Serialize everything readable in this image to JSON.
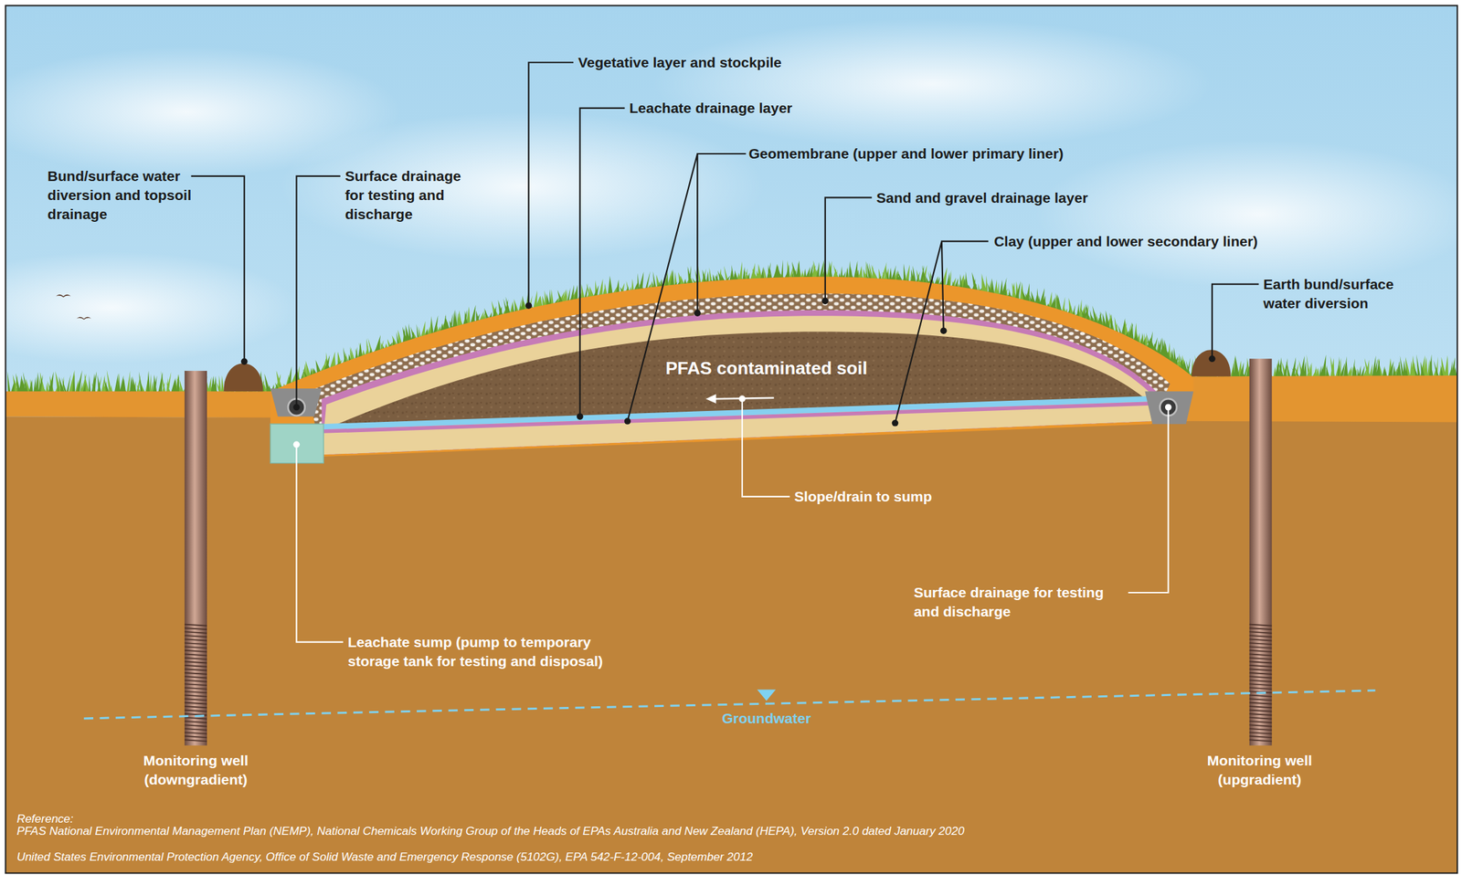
{
  "diagram": {
    "nodes": [
      {
        "text": [
          "PFAS contaminated soil"
        ]
      }
    ],
    "labels": [
      "Vegetative layer and stockpile",
      "Leachate drainage layer",
      "Geomembrane (upper and lower primary liner)",
      "Bund/surface water diversion and topsoil drainage",
      "Surface drainage for testing and discharge",
      "Sand and gravel drainage layer",
      "Clay (upper and lower secondary liner)",
      "Earth bund/surface water diversion",
      "Slope/drain to sump",
      "Surface drainage for testing and discharge",
      "Leachate sump (pump to temporary storage tank for testing and disposal)",
      "Groundwater",
      "Monitoring well (downgradient)",
      "Monitoring well (upgradient)",
      "Reference:",
      "PFAS National Environmental Management Plan (NEMP), National Chemicals Working Group of the Heads of EPAs Australia and New Zealand (HEPA), Version 2.0 dated January 2020",
      "United States Environmental Protection Agency, Office of Solid Waste and Emergency Response (5102G), EPA 542-F-12-004, September 2012"
    ]
  }
}
